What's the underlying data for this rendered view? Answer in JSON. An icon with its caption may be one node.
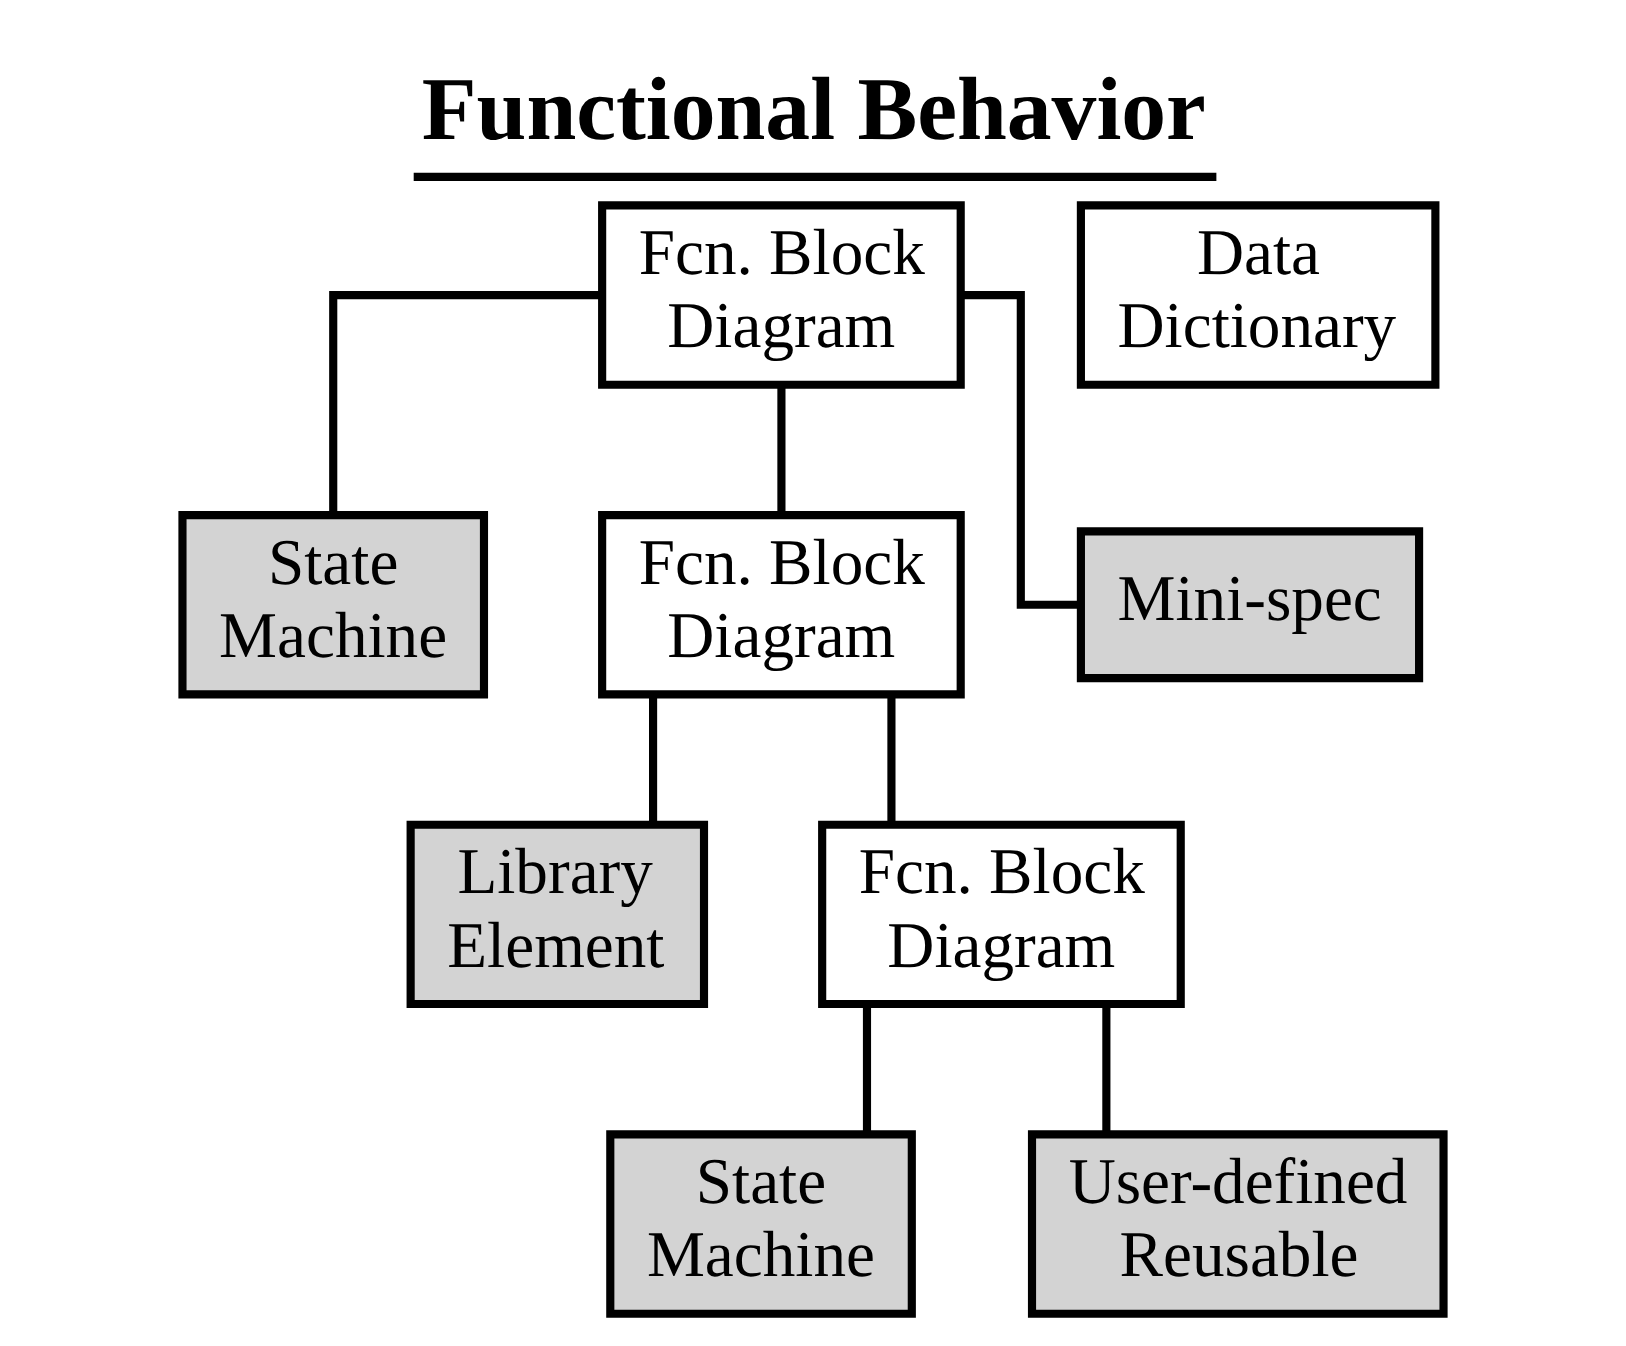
{
  "diagram": {
    "title": "Functional Behavior",
    "nodes": [
      {
        "text": [
          "Fcn. Block Diagram"
        ]
      },
      {
        "text": [
          "Data Dictionary"
        ]
      },
      {
        "text": [
          "State Machine"
        ]
      },
      {
        "text": [
          "Fcn. Block Diagram"
        ]
      },
      {
        "text": [
          "Mini-spec"
        ]
      },
      {
        "text": [
          "Library Element"
        ]
      },
      {
        "text": [
          "Fcn. Block Diagram"
        ]
      },
      {
        "text": [
          "State Machine"
        ]
      },
      {
        "text": [
          "User-defined Reusable"
        ]
      }
    ],
    "edges": [
      {
        "from": 0,
        "to": 2,
        "arrow": "none"
      },
      {
        "from": 0,
        "to": 3,
        "arrow": "none"
      },
      {
        "from": 0,
        "to": 4,
        "arrow": "none"
      },
      {
        "from": 3,
        "to": 5,
        "arrow": "none"
      },
      {
        "from": 3,
        "to": 6,
        "arrow": "none"
      },
      {
        "from": 6,
        "to": 7,
        "arrow": "none"
      },
      {
        "from": 6,
        "to": 8,
        "arrow": "none"
      }
    ]
  }
}
